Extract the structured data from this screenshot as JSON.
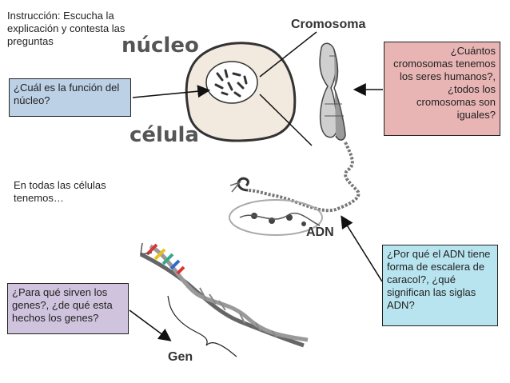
{
  "instruction": "Instrucción: Escucha la explicación y contesta las preguntas",
  "labels": {
    "nucleo": "núcleo",
    "celula": "célula",
    "cromosoma": "Cromosoma",
    "adn": "ADN",
    "gen": "Gen"
  },
  "note": "En todas las células tenemos…",
  "questions": {
    "funcion_nucleo": "¿Cuál es la función del núcleo?",
    "cromosomas": "¿Cuántos cromosomas tenemos los seres humanos?, ¿todos los cromosomas son iguales?",
    "adn": "¿Por qué el ADN tiene forma de escalera de caracol?, ¿qué significan las siglas ADN?",
    "genes": "¿Para qué sirven los genes?, ¿de qué esta hechos los genes?"
  },
  "colors": {
    "blue_box": "#bcd0e6",
    "pink_box": "#e8b4b4",
    "cyan_box": "#b8e4ef",
    "purple_box": "#cfc3dd"
  }
}
